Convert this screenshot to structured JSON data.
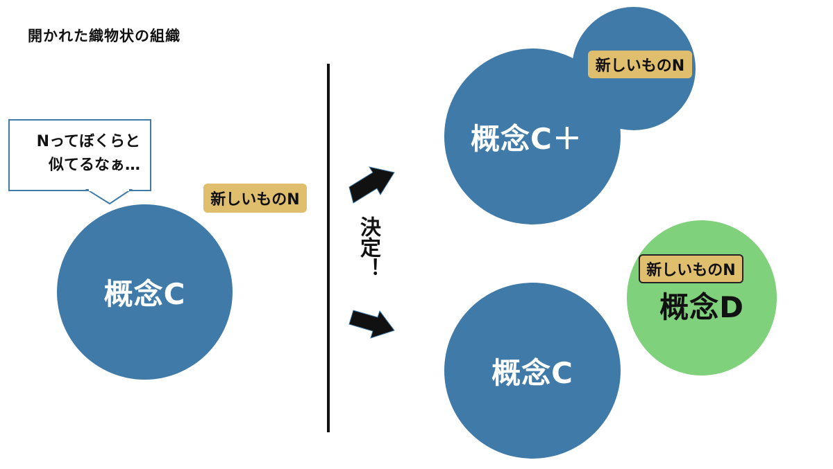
{
  "title": "開かれた織物状の組織",
  "bubble_text": "Nってぼくらと\n似てるなぁ…",
  "decision_text": "決定！",
  "left": {
    "concept_label": "概念C",
    "tag_label": "新しいものN"
  },
  "top_right": {
    "concept_label": "概念C＋",
    "tag_label": "新しいものN"
  },
  "bottom_right": {
    "concept_label": "概念C",
    "green_concept_label": "概念D",
    "tag_label": "新しいものN"
  },
  "colors": {
    "concept_blue": "#3f7aa8",
    "tag_gold": "#dfbe6e",
    "concept_green": "#7fd17b"
  }
}
